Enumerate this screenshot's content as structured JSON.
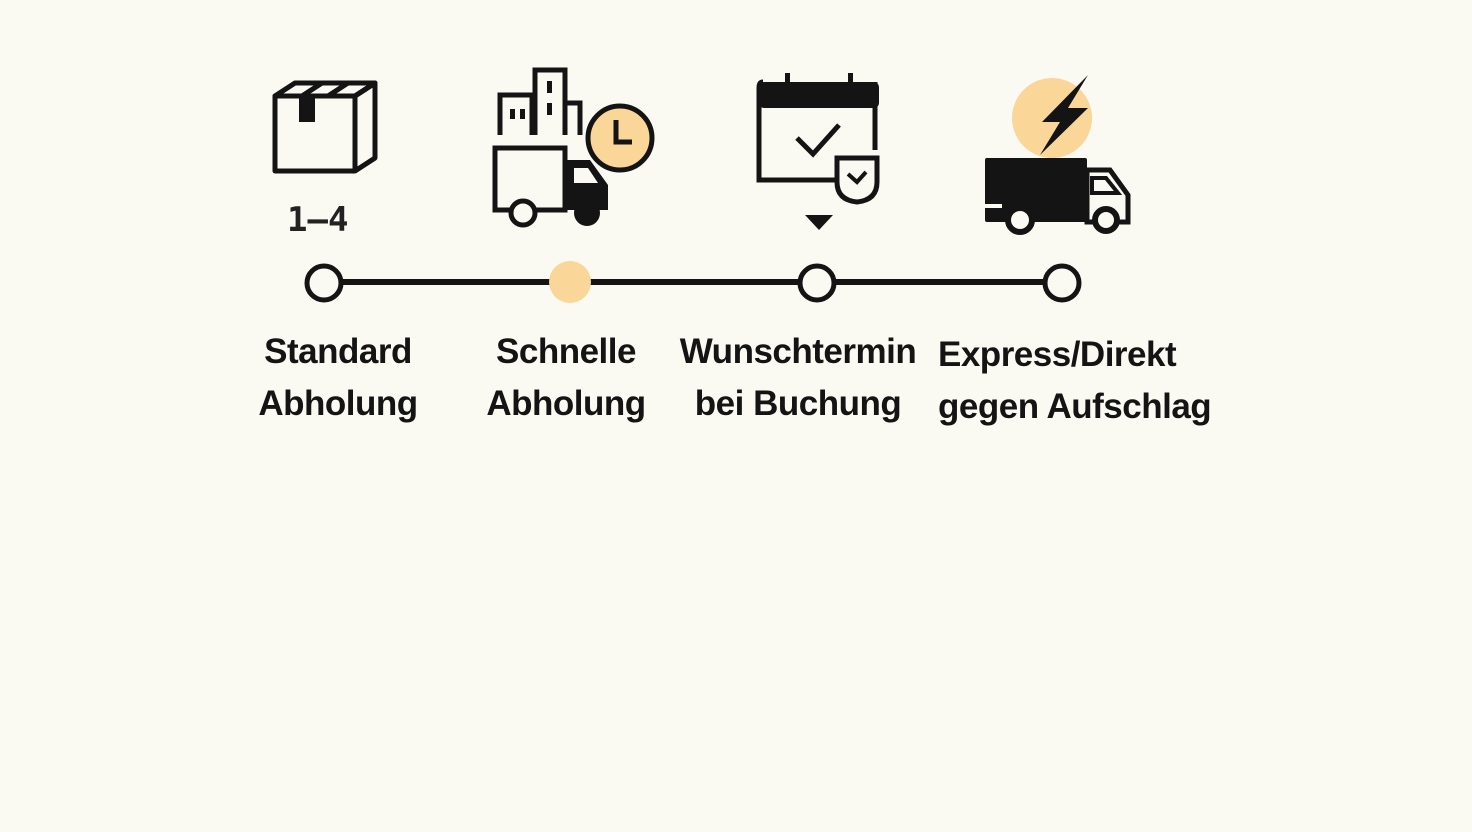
{
  "colors": {
    "accent": "#fad699",
    "ink": "#141414",
    "background": "#fbfaf2"
  },
  "timeline": {
    "active_step": 1,
    "steps": [
      {
        "icon": "package-box-icon",
        "note": "1–4",
        "line1": "Standard",
        "line2": "Abholung"
      },
      {
        "icon": "city-truck-clock-icon",
        "note": "",
        "line1": "Schnelle",
        "line2": "Abholung"
      },
      {
        "icon": "calendar-check-shield-icon",
        "note": "",
        "line1": "Wunschtermin",
        "line2": "bei Buchung"
      },
      {
        "icon": "lightning-truck-icon",
        "note": "",
        "line1": "Express/Direkt",
        "line2": "gegen Aufschlag"
      }
    ]
  }
}
